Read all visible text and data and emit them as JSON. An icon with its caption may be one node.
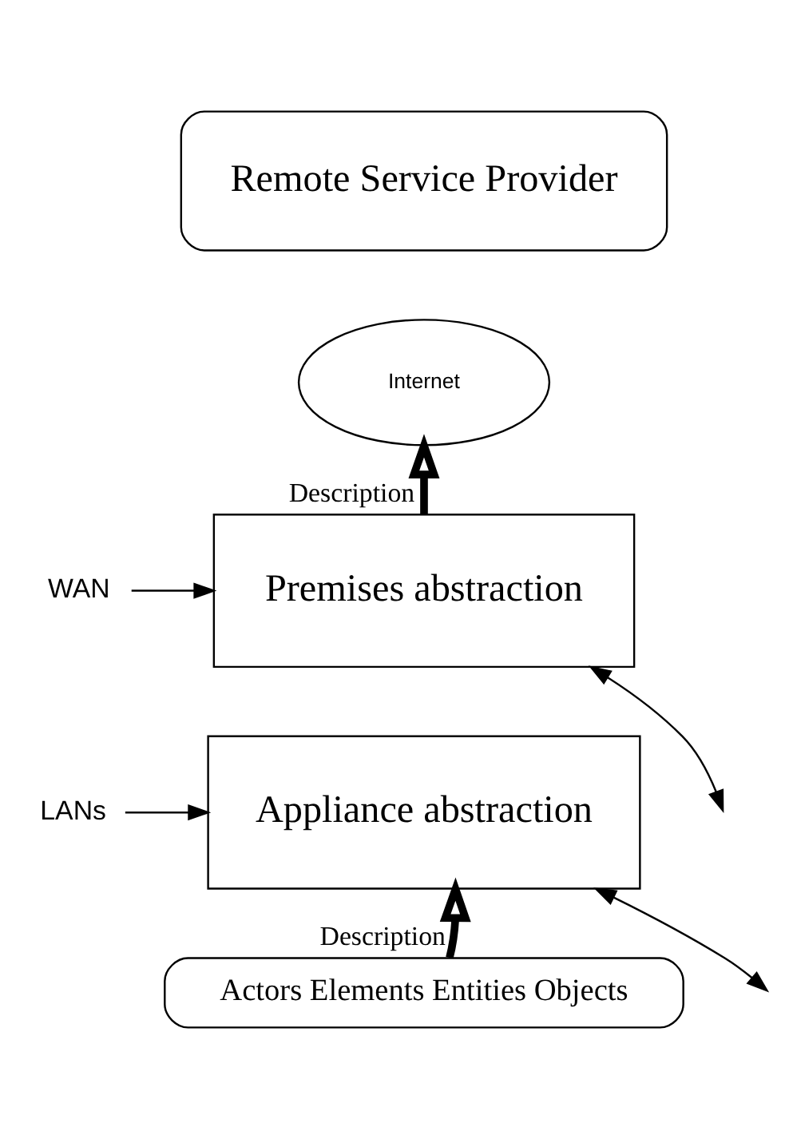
{
  "diagram": {
    "nodes": [
      {
        "text": [
          "Remote Service Provider"
        ]
      },
      {
        "text": [
          "Internet"
        ]
      },
      {
        "text": [
          "Premises abstraction"
        ]
      },
      {
        "text": [
          "Appliance abstraction"
        ]
      },
      {
        "text": [
          "Actors Elements Entities Objects"
        ]
      },
      {
        "text": [
          "WAN"
        ]
      },
      {
        "text": [
          "LANs"
        ]
      }
    ],
    "edges": [
      {
        "from": 2,
        "to": 1,
        "arrow": "to",
        "label": "Description",
        "style": "thick"
      },
      {
        "from": 4,
        "to": 3,
        "arrow": "to",
        "label": "Description",
        "style": "thick"
      },
      {
        "from": null,
        "to": 2,
        "arrow": "both"
      },
      {
        "from": null,
        "to": 3,
        "arrow": "both"
      },
      {
        "from": 5,
        "to": 2,
        "arrow": "to"
      },
      {
        "from": 6,
        "to": 3,
        "arrow": "to"
      }
    ]
  }
}
